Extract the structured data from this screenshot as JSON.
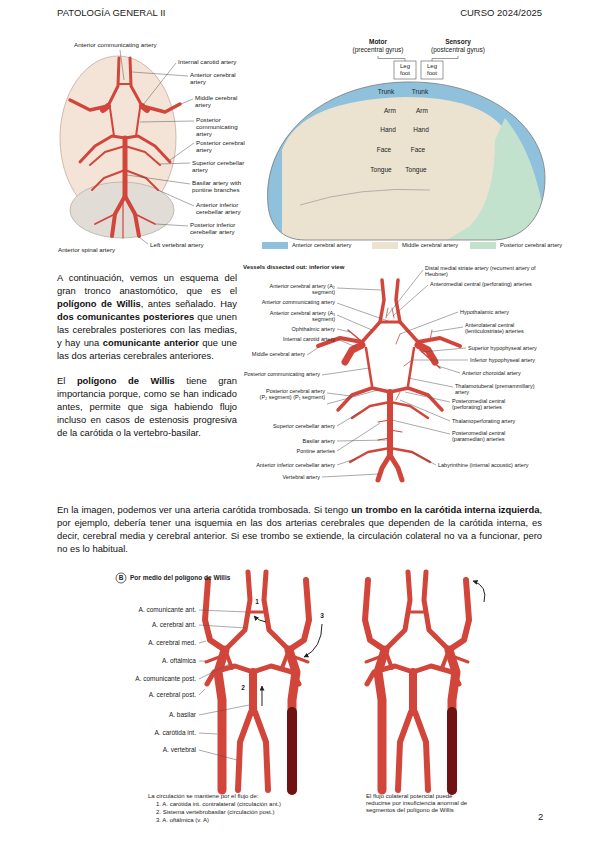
{
  "diagram": {
    "labels": [
      "PATOLOGÍA GENERAL II",
      "CURSO 2024/2025",
      "Anterior communicating artery",
      "Internal carotid artery",
      "Anterior cerebral artery",
      "Middle cerebral artery",
      "Posterior communicating artery",
      "Posterior cerebral artery",
      "Superior cerebellar artery",
      "Basilar artery with pontine branches",
      "Anterior inferior cerebellar artery",
      "Posterior inferior cerebellar artery",
      "Left vertebral artery",
      "Anterior spinal artery",
      "Motor",
      "(precentral gyrus)",
      "Sensory",
      "(postcentral gyrus)",
      "Leg foot",
      "Leg foot",
      "Trunk",
      "Trunk",
      "Arm",
      "Arm",
      "Hand",
      "Hand",
      "Face",
      "Face",
      "Tongue",
      "Tongue",
      "A continuación, vemos un esquema del gran tronco anastomótico, que es el ",
      "polígono de Willis",
      ", antes señalado. Hay ",
      "dos comunicantes posteriores",
      " que unen las cerebrales posteriores con las medias, y hay una ",
      "comunicante anterior",
      " que une las dos arterias cerebrales anteriores.",
      "El ",
      "polígono de Willis",
      " tiene gran importancia porque, como se han indicado antes, permite que siga habiendo flujo incluso en casos de estenosis progresiva de la carótida o la vertebro-basilar.",
      "Vessels dissected out: inferior view",
      "Anterior cerebral artery (A₂ segment)",
      "Anterior communicating artery",
      "Anterior cerebral artery (A₁ segment)",
      "Ophthalmic artery",
      "Internal carotid artery",
      "Middle cerebral artery",
      "Posterior communicating artery",
      "Posterior cerebral artery (P₂ segment) (P₁ segment)",
      "Superior cerebellar artery",
      "Basilar artery",
      "Pontine arteries",
      "Anterior inferior cerebellar artery",
      "Vertebral artery",
      "Distal medial striate artery (recurrent artery of Heubner)",
      "Anteromedial central (perforating) arteries",
      "Hypothalamic artery",
      "Anterolateral central (lenticulostriate) arteries",
      "Superior hypophyseal artery",
      "Inferior hypophyseal artery",
      "Anterior choroidal artery",
      "Thalamotuberal (premammillary) artery",
      "Posteromedial central (perforating) arteries",
      "Thalamoperforating artery",
      "Posteromedial central (paramedian) arteries",
      "Labyrinthine (internal acoustic) artery",
      "En la imagen, podemos ver una arteria carótida trombosada. Si tengo ",
      "un trombo en la carótida interna izquierda",
      ", por ejemplo, debería tener una isquemia en las dos arterias cerebrales que dependen de la carótida interna, es decir, cerebral media y cerebral anterior. Si ese trombo se extiende, la circulación colateral no va a funcionar, pero no es lo habitual.",
      "B",
      "Por medio del polígono de Willis",
      "A. comunicante ant.",
      "A. cerebral ant.",
      "A. cerebral med.",
      "A. oftálmica",
      "A. comunicante post.",
      "A. cerebral post.",
      "A. basilar",
      "A. carótida int.",
      "A. vertebral",
      "1",
      "2",
      "3",
      "La circulación se mantiene por el flujo de:",
      "1. A. carótida int. contralateral (circulación ant.)",
      "2. Sistema vertebrobasilar (circulación post.)",
      "3. A. oftálmica (v. A)",
      "El flujo colateral potencial puede reducirse por insuficiencia anormal de segmentos del polígono de Willis",
      "2"
    ],
    "legend": [
      {
        "text": "Anterior cerebral artery",
        "color": "#8fc1dc"
      },
      {
        "text": "Middle cerebral artery",
        "color": "#ebe3cf"
      },
      {
        "text": "Posterior cerebral artery",
        "color": "#c3e2cd"
      }
    ]
  }
}
